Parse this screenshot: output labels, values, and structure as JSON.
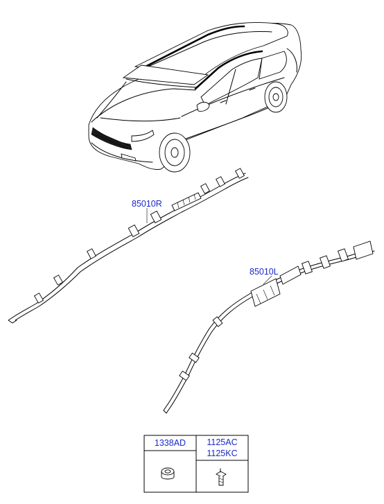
{
  "callouts": {
    "right_airbag": "85010R",
    "left_airbag": "85010L"
  },
  "parts_table": {
    "columns": [
      {
        "part_numbers": [
          "1338AD"
        ],
        "icon": "nut-icon"
      },
      {
        "part_numbers": [
          "1125AC",
          "1125KC"
        ],
        "icon": "bolt-icon"
      }
    ]
  },
  "colors": {
    "callout_text": "#1a28c8",
    "line_art": "#000000"
  }
}
